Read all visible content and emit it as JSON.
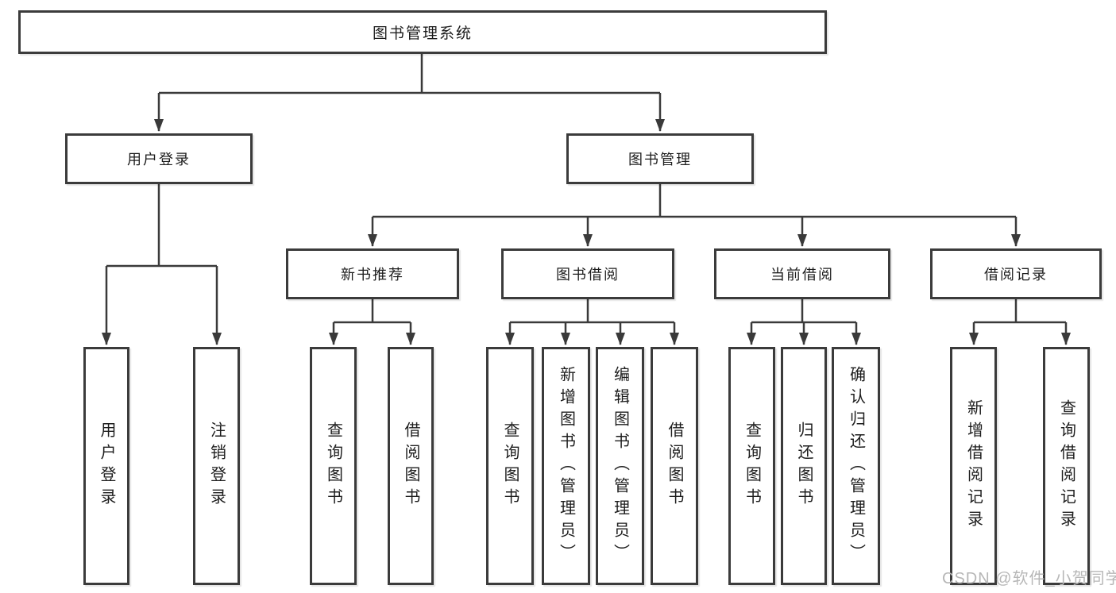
{
  "diagram": {
    "root": {
      "label": "图书管理系统"
    },
    "level2": [
      {
        "label": "用户登录"
      },
      {
        "label": "图书管理"
      }
    ],
    "level3": [
      {
        "label": "新书推荐"
      },
      {
        "label": "图书借阅"
      },
      {
        "label": "当前借阅"
      },
      {
        "label": "借阅记录"
      }
    ],
    "leaves": {
      "user_login": [
        "用户登录",
        "注销登录"
      ],
      "new_book_recommend": [
        "查询图书",
        "借阅图书"
      ],
      "book_borrowing": [
        "查询图书",
        "新增图书（管理员）",
        "编辑图书（管理员）",
        "借阅图书"
      ],
      "current_borrowing": [
        "查询图书",
        "归还图书",
        "确认归还（管理员）"
      ],
      "borrowing_records": [
        "新增借阅记录",
        "查询借阅记录"
      ]
    },
    "line_color": "#3a3a3a",
    "watermark": "CSDN @软件_小贺同学"
  }
}
